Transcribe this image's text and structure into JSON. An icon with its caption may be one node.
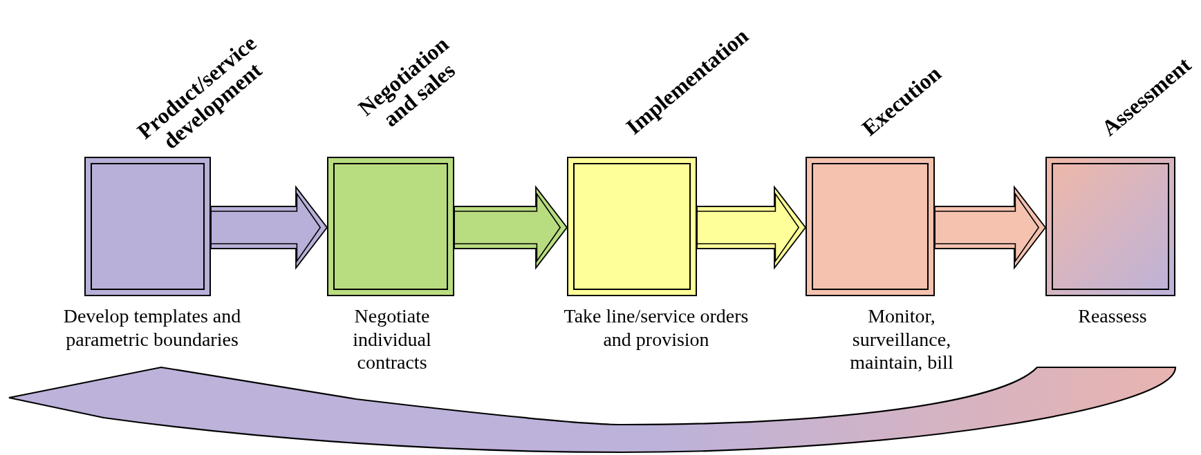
{
  "diagram": {
    "nodes": [
      {
        "text": [
          "Product/service development"
        ],
        "beside": [
          "Develop templates and parametric boundaries"
        ]
      },
      {
        "text": [
          "Negotiation and sales"
        ],
        "beside": [
          "Negotiate individual contracts"
        ]
      },
      {
        "text": [
          "Implementation"
        ],
        "beside": [
          "Take line/service orders and provision"
        ]
      },
      {
        "text": [
          "Execution"
        ],
        "beside": [
          "Monitor, surveillance, maintain, bill"
        ]
      },
      {
        "text": [
          "Assessment"
        ],
        "beside": [
          "Reassess"
        ]
      }
    ],
    "edges": [
      {
        "from": 0,
        "to": 1,
        "arrow": "to",
        "color": "#b8b0d8"
      },
      {
        "from": 1,
        "to": 2,
        "arrow": "to",
        "color": "#b8dc80"
      },
      {
        "from": 2,
        "to": 3,
        "arrow": "to",
        "color": "#ffff99"
      },
      {
        "from": 3,
        "to": 4,
        "arrow": "to",
        "color": "#f5c2b0"
      },
      {
        "from": 4,
        "to": 0,
        "arrow": "to",
        "style": "thick",
        "color": "#bcb2da"
      }
    ]
  }
}
